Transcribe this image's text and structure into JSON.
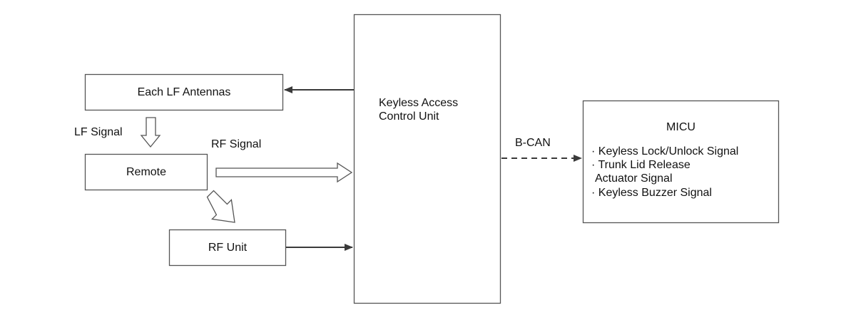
{
  "diagram": {
    "colors": {
      "stroke": "#555555",
      "arrow": "#3a3a3a",
      "text": "#111111",
      "background": "#ffffff"
    },
    "blocks": {
      "lf_antennas": {
        "label": "Each LF Antennas"
      },
      "remote": {
        "label": "Remote"
      },
      "rf_unit": {
        "label": "RF Unit"
      },
      "kacu": {
        "label_line1": "Keyless Access",
        "label_line2": "Control Unit"
      },
      "micu": {
        "title": "MICU",
        "items": [
          "· Keyless Lock/Unlock Signal",
          "· Trunk Lid Release",
          "Actuator Signal",
          "· Keyless Buzzer Signal"
        ]
      }
    },
    "signals": {
      "lf_signal": "LF Signal",
      "rf_signal": "RF Signal",
      "b_can": "B-CAN"
    },
    "connections": [
      {
        "from": "kacu",
        "to": "lf_antennas",
        "style": "solid-arrow"
      },
      {
        "from": "lf_antennas",
        "to": "remote",
        "style": "hollow-arrow",
        "label": "LF Signal"
      },
      {
        "from": "remote",
        "to": "kacu",
        "style": "hollow-arrow",
        "label": "RF Signal"
      },
      {
        "from": "remote",
        "to": "rf_unit",
        "style": "hollow-arrow"
      },
      {
        "from": "rf_unit",
        "to": "kacu",
        "style": "solid-arrow"
      },
      {
        "from": "kacu",
        "to": "micu",
        "style": "dashed-arrow",
        "label": "B-CAN"
      }
    ]
  }
}
